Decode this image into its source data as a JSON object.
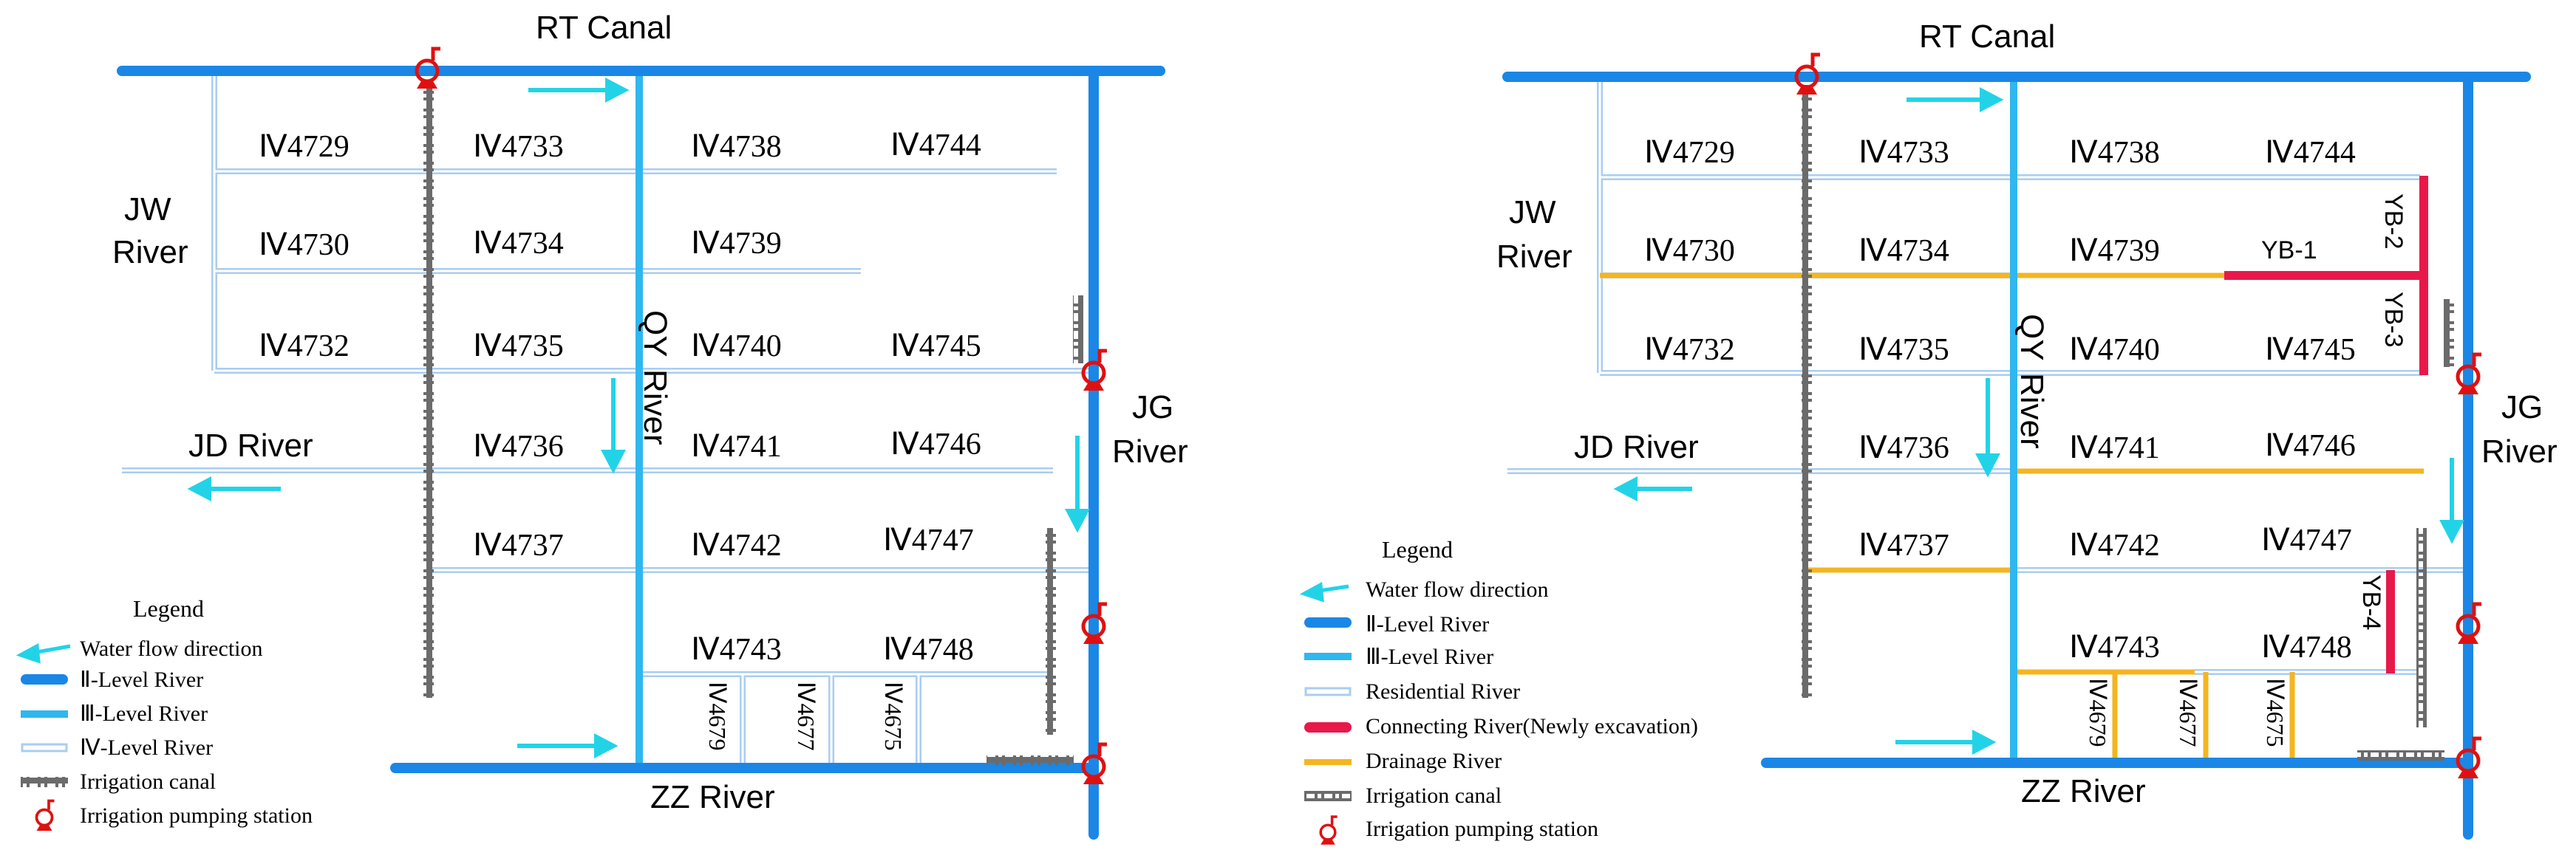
{
  "colors": {
    "level2": "#1a87e6",
    "level3": "#2fb7ef",
    "level4": "#a9cdf0",
    "drainage": "#f5b521",
    "connecting": "#e8194a",
    "arrow": "#22d3e8",
    "canal": "#6b6b6b",
    "station": "#e01010"
  },
  "left": {
    "rivers": {
      "rt": "RT Canal",
      "jw_1": "JW",
      "jw_2": "River",
      "jd": "JD River",
      "qy_1": "QY",
      "qy_2": "River",
      "jg_1": "JG",
      "jg_2": "River",
      "zz": "ZZ River"
    },
    "plots": {
      "p4729": "Ⅳ4729",
      "p4733": "Ⅳ4733",
      "p4738": "Ⅳ4738",
      "p4744": "Ⅳ4744",
      "p4730": "Ⅳ4730",
      "p4734": "Ⅳ4734",
      "p4739": "Ⅳ4739",
      "p4732": "Ⅳ4732",
      "p4735": "Ⅳ4735",
      "p4740": "Ⅳ4740",
      "p4745": "Ⅳ4745",
      "p4736": "Ⅳ4736",
      "p4741": "Ⅳ4741",
      "p4746": "Ⅳ4746",
      "p4737": "Ⅳ4737",
      "p4742": "Ⅳ4742",
      "p4747": "Ⅳ4747",
      "p4743": "Ⅳ4743",
      "p4748": "Ⅳ4748",
      "p4679": "Ⅳ4679",
      "p4677": "Ⅳ4677",
      "p4675": "Ⅳ4675"
    },
    "legend": {
      "title": "Legend",
      "items": [
        "Water flow direction",
        "Ⅱ-Level River",
        "Ⅲ-Level River",
        "Ⅳ-Level River",
        "Irrigation canal",
        "Irrigation pumping station"
      ]
    }
  },
  "right": {
    "rivers": {
      "rt": "RT Canal",
      "jw_1": "JW",
      "jw_2": "River",
      "jd": "JD River",
      "qy_1": "QY",
      "qy_2": "River",
      "jg_1": "JG",
      "jg_2": "River",
      "zz": "ZZ River"
    },
    "plots": {
      "p4729": "Ⅳ4729",
      "p4733": "Ⅳ4733",
      "p4738": "Ⅳ4738",
      "p4744": "Ⅳ4744",
      "p4730": "Ⅳ4730",
      "p4734": "Ⅳ4734",
      "p4739": "Ⅳ4739",
      "p4732": "Ⅳ4732",
      "p4735": "Ⅳ4735",
      "p4740": "Ⅳ4740",
      "p4745": "Ⅳ4745",
      "p4736": "Ⅳ4736",
      "p4741": "Ⅳ4741",
      "p4746": "Ⅳ4746",
      "p4737": "Ⅳ4737",
      "p4742": "Ⅳ4742",
      "p4747": "Ⅳ4747",
      "p4743": "Ⅳ4743",
      "p4748": "Ⅳ4748",
      "p4679": "Ⅳ4679",
      "p4677": "Ⅳ4677",
      "p4675": "Ⅳ4675"
    },
    "yb": {
      "yb1": "YB-1",
      "yb2": "YB-2",
      "yb3": "YB-3",
      "yb4": "YB-4"
    },
    "legend": {
      "title": "Legend",
      "items": [
        "Water flow direction",
        "Ⅱ-Level River",
        "Ⅲ-Level River",
        "Residential River",
        "Connecting River(Newly excavation)",
        "Drainage River",
        "Irrigation canal",
        "Irrigation pumping station"
      ]
    }
  }
}
